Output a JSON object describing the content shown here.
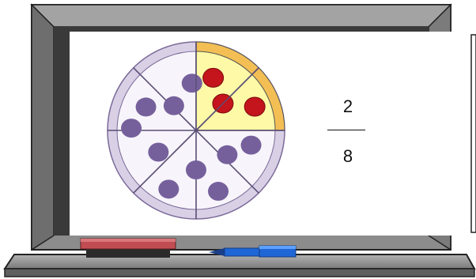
{
  "fraction": {
    "numerator": "2",
    "denominator": "8"
  },
  "pizza": {
    "total_slices": 8,
    "highlighted_slices": 2
  },
  "colors": {
    "frame": "#8c8c8c",
    "frame_dark": "#3a3a3a",
    "whiteboard": "#ffffff",
    "pizza_crust": "#d9d0e6",
    "pizza_base": "#f7f5fb",
    "topping": "#76609c",
    "highlight_slice": "#fdf9a6",
    "highlight_crust": "#f3bf55",
    "pepperoni": "#c4141c",
    "eraser_top": "#c14d52",
    "eraser_base": "#2a2a2a",
    "marker": "#1f66d6"
  },
  "icons": {
    "eraser": "whiteboard-eraser-icon",
    "marker": "marker-pen-icon"
  }
}
